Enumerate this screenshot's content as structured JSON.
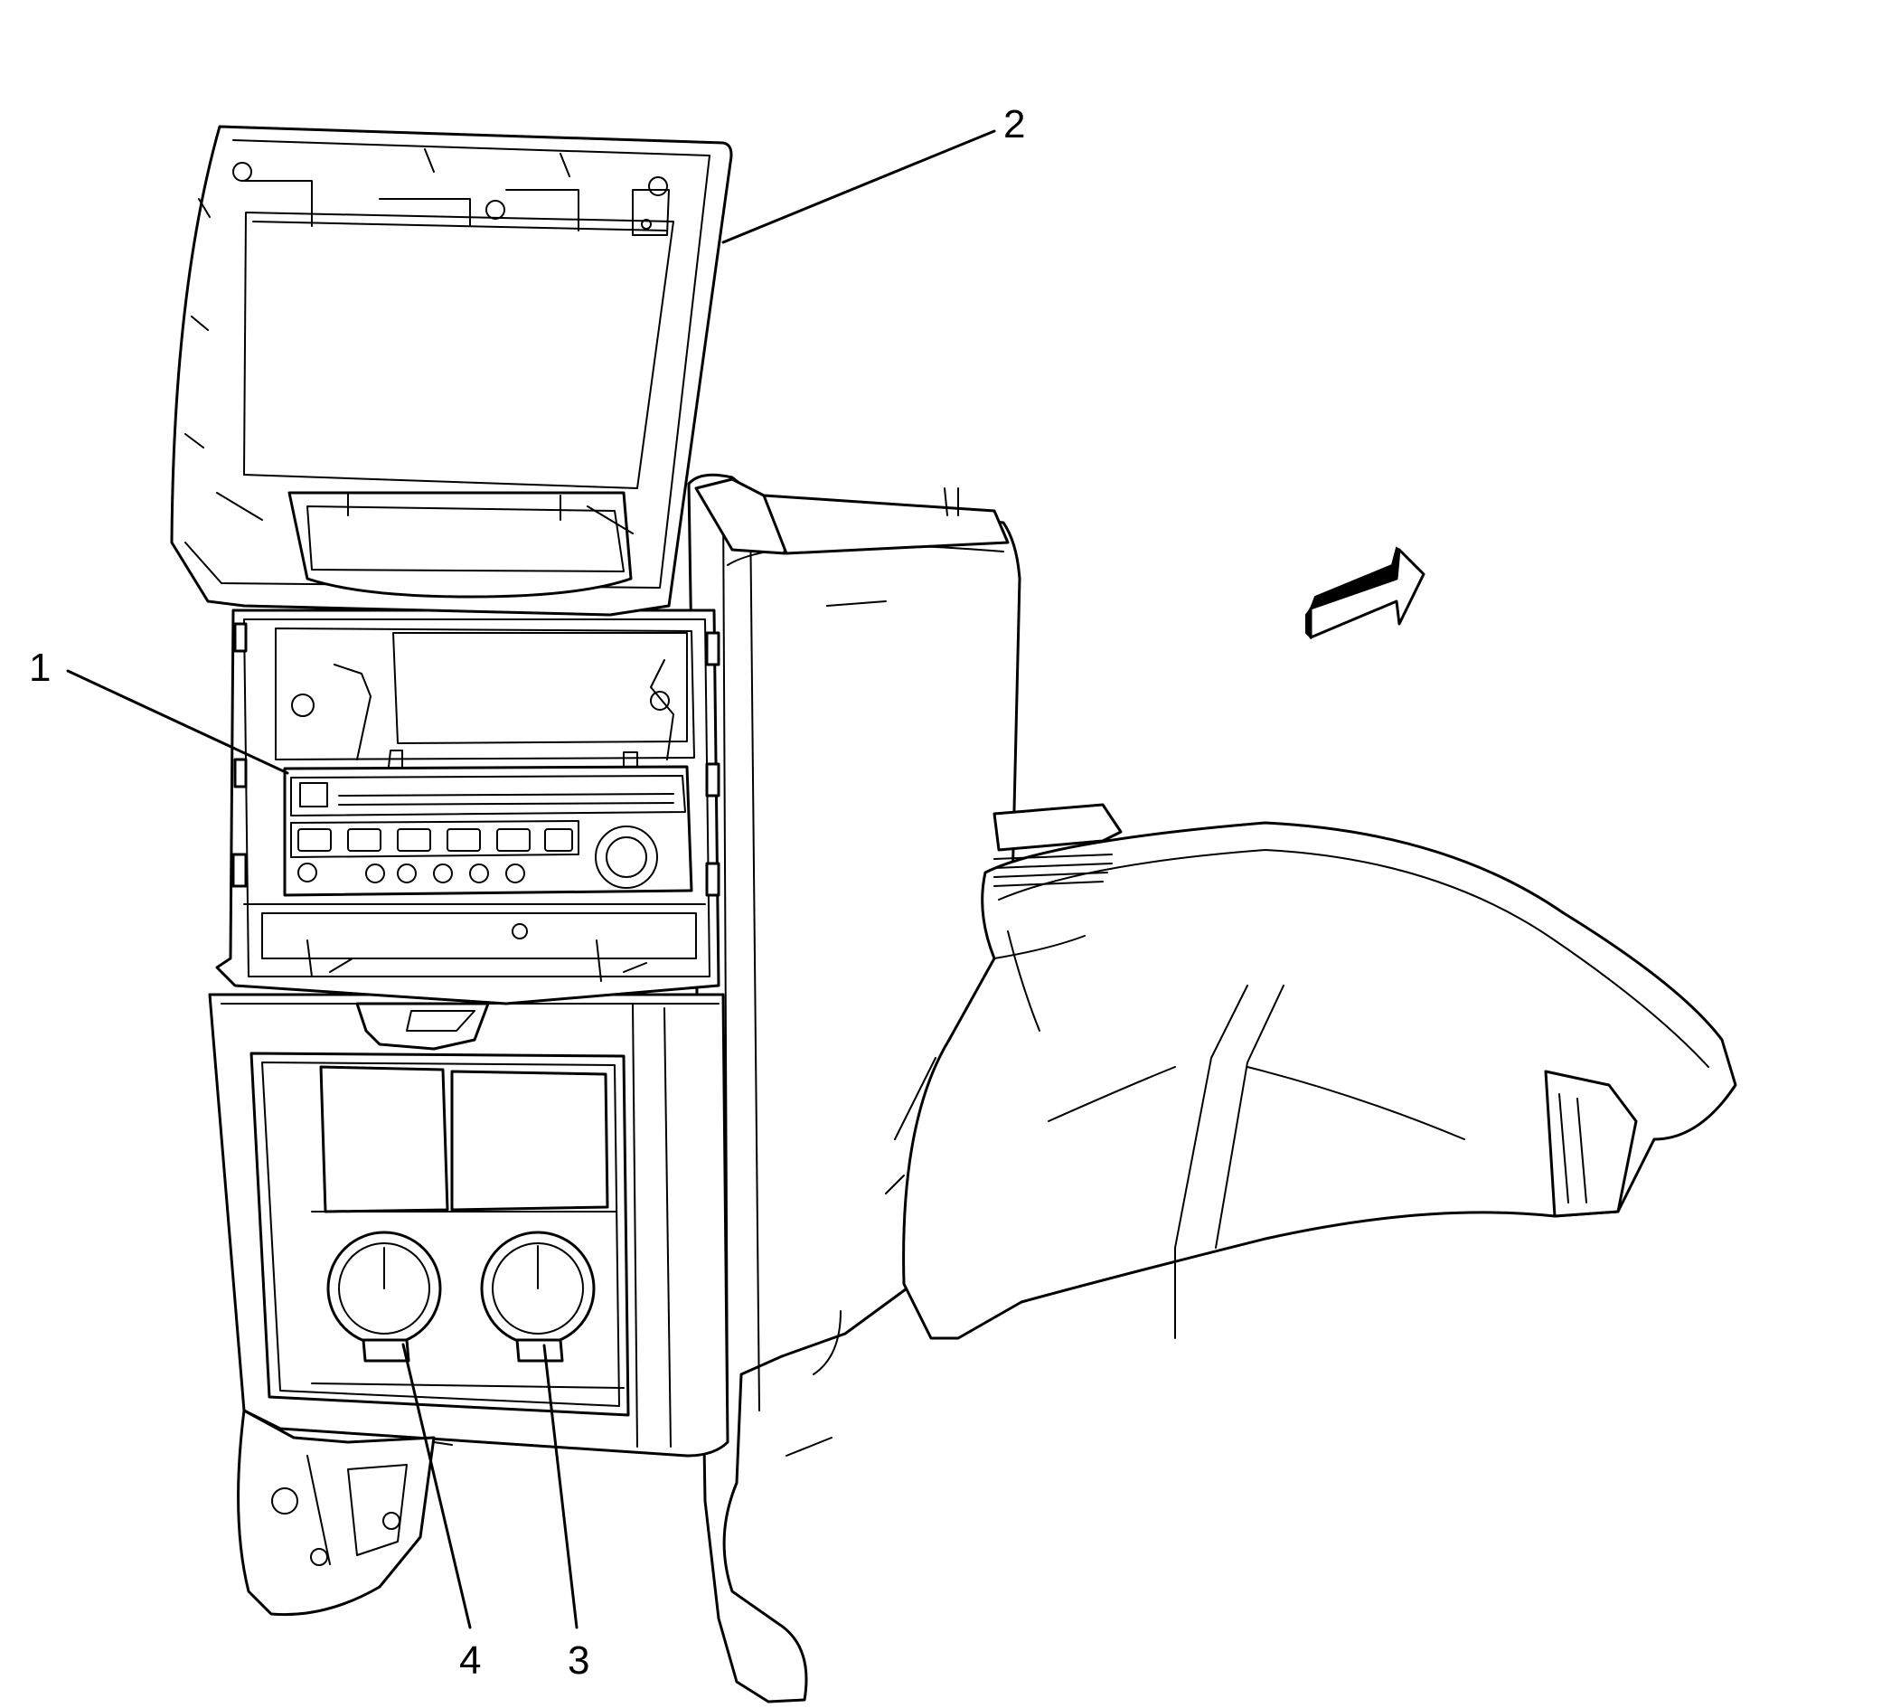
{
  "diagram": {
    "callouts": [
      {
        "id": "1",
        "label": "1"
      },
      {
        "id": "2",
        "label": "2"
      },
      {
        "id": "3",
        "label": "3"
      },
      {
        "id": "4",
        "label": "4"
      }
    ],
    "direction_arrow": {
      "icon": "forward-direction-arrow-icon"
    },
    "colors": {
      "line": "#000000",
      "background": "#ffffff"
    }
  }
}
